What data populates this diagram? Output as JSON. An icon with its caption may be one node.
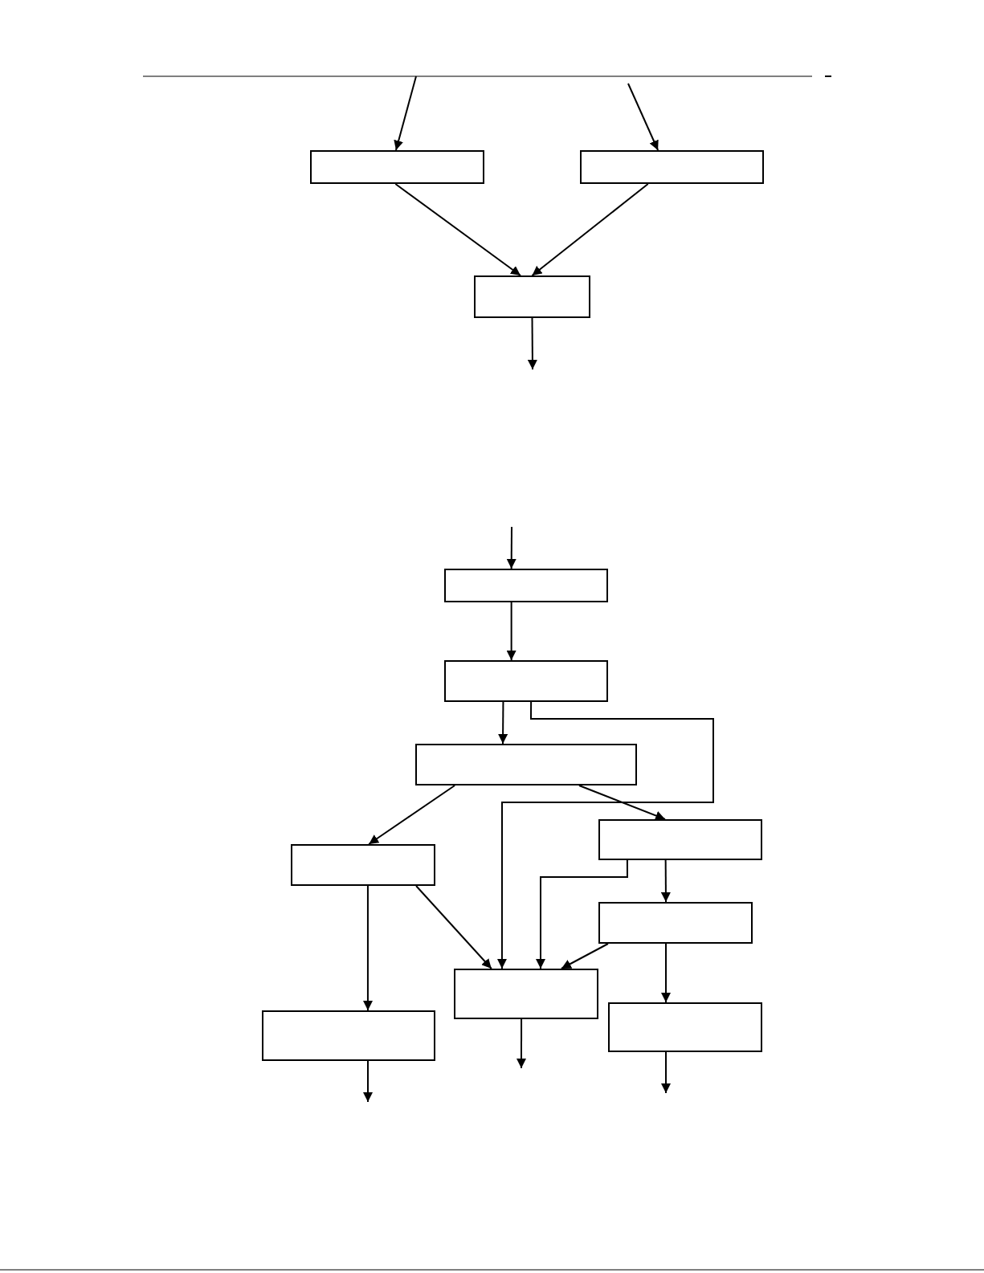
{
  "diagram": {
    "nodes": [
      {
        "text": [],
        "shape": "box"
      },
      {
        "text": [],
        "shape": "box"
      },
      {
        "text": [],
        "shape": "box"
      },
      {
        "text": [],
        "shape": "box"
      },
      {
        "text": [],
        "shape": "box"
      },
      {
        "text": [],
        "shape": "box"
      },
      {
        "text": [],
        "shape": "box"
      },
      {
        "text": [],
        "shape": "box"
      },
      {
        "text": [],
        "shape": "box"
      },
      {
        "text": [],
        "shape": "box"
      },
      {
        "text": [],
        "shape": "box"
      },
      {
        "text": [],
        "shape": "box"
      }
    ],
    "edges": [
      {
        "from": null,
        "to": 0,
        "arrow": "to"
      },
      {
        "from": null,
        "to": 1,
        "arrow": "to"
      },
      {
        "from": 0,
        "to": 2,
        "arrow": "to"
      },
      {
        "from": 1,
        "to": 2,
        "arrow": "to"
      },
      {
        "from": 2,
        "to": null,
        "arrow": "to"
      },
      {
        "from": null,
        "to": 3,
        "arrow": "to"
      },
      {
        "from": 3,
        "to": 4,
        "arrow": "to"
      },
      {
        "from": 4,
        "to": 5,
        "arrow": "to"
      },
      {
        "from": 4,
        "to": 9,
        "arrow": "to"
      },
      {
        "from": 5,
        "to": 7,
        "arrow": "to"
      },
      {
        "from": 5,
        "to": 6,
        "arrow": "to"
      },
      {
        "from": 7,
        "to": 11,
        "arrow": "to"
      },
      {
        "from": 7,
        "to": 9,
        "arrow": "to"
      },
      {
        "from": 6,
        "to": 9,
        "arrow": "to"
      },
      {
        "from": 6,
        "to": 8,
        "arrow": "to"
      },
      {
        "from": 8,
        "to": 9,
        "arrow": "to"
      },
      {
        "from": 8,
        "to": 10,
        "arrow": "to"
      },
      {
        "from": 9,
        "to": null,
        "arrow": "to"
      },
      {
        "from": 11,
        "to": null,
        "arrow": "to"
      },
      {
        "from": 10,
        "to": null,
        "arrow": "to"
      }
    ]
  }
}
